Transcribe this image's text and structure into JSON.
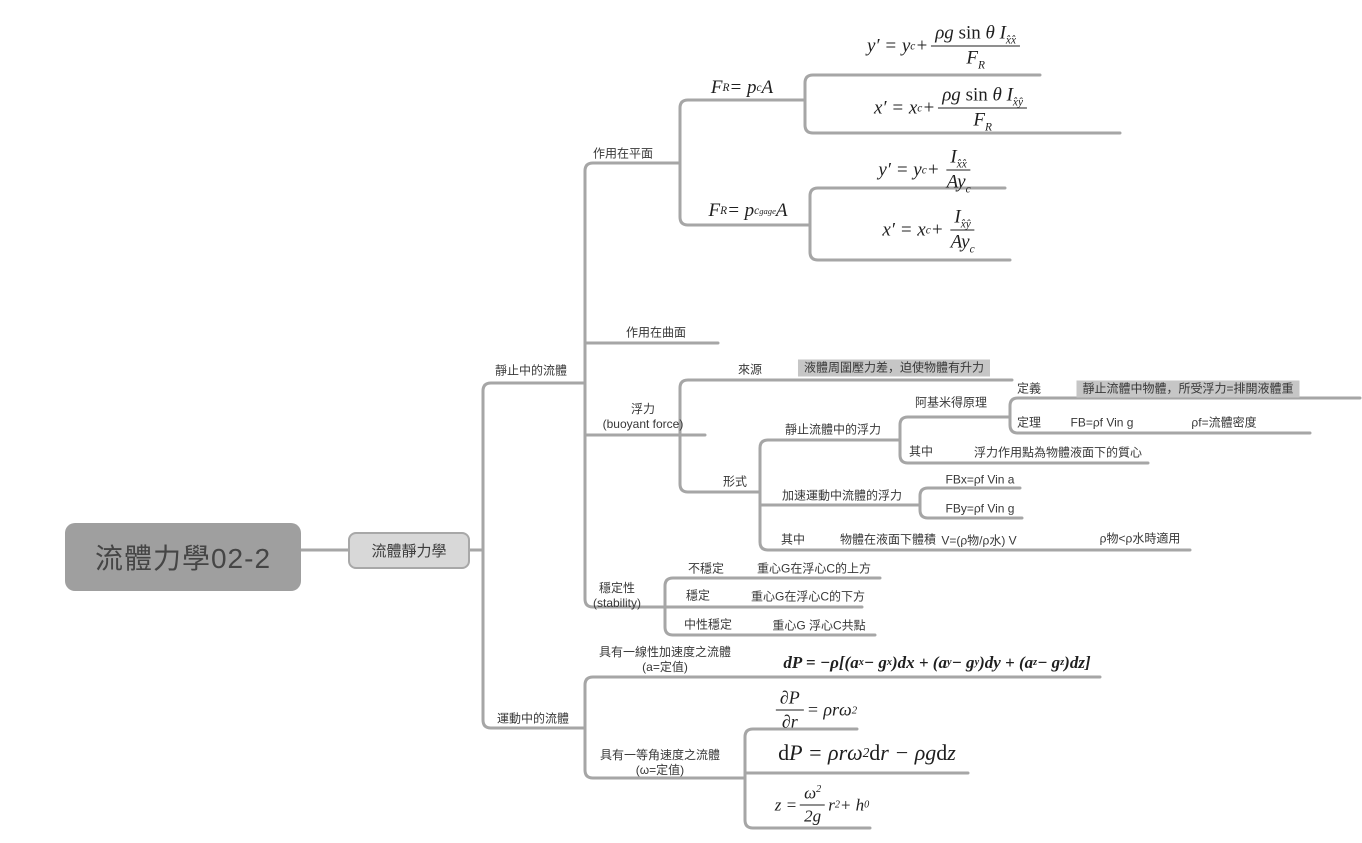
{
  "app": {
    "type": "mindmap",
    "title": "流體力學02-2"
  },
  "colors": {
    "line": "#a6a6a6",
    "root_fill": "#9f9f9f",
    "hydro_fill": "#d8d8d8",
    "highlight_bg": "#c6c6c6",
    "label_text": "#383838"
  },
  "root": {
    "label": "流體力學02-2"
  },
  "hydrostatics": {
    "label": "流體靜力學"
  },
  "nodes": {
    "static_fluid": "靜止中的流體",
    "moving_fluid": "運動中的流體",
    "on_plane": "作用在平面",
    "on_curved": "作用在曲面",
    "buoyancy_zh": "浮力",
    "buoyancy_en": "(buoyant force)",
    "stability_zh": "穩定性",
    "stability_en": "(stability)",
    "source": "來源",
    "source_text": "液體周圍壓力差，迫使物體有升力",
    "form": "形式",
    "buoy_static": "靜止流體中的浮力",
    "archimedes": "阿基米得原理",
    "definition": "定義",
    "definition_text": "靜止流體中物體，所受浮力=排開液體重",
    "theorem": "定理",
    "theorem_eq": "FB=ρf Vin g",
    "theorem_note": "ρf=流體密度",
    "among1": "其中",
    "among1_text": "浮力作用點為物體液面下的質心",
    "buoy_accel": "加速運動中流體的浮力",
    "fbx_eq": "FBx=ρf Vin a",
    "fby_eq": "FBy=ρf Vin g",
    "among2": "其中",
    "submerged_vol": "物體在液面下體積",
    "vol_eq": "V=(ρ物/ρ水) V",
    "vol_note": "ρ物<ρ水時適用",
    "unstable": "不穩定",
    "unstable_text": "重心G在浮心C的上方",
    "stable": "穩定",
    "stable_text": "重心G在浮心C的下方",
    "neutral": "中性穩定",
    "neutral_text": "重心G 浮心C共點",
    "linear_acc_zh": "具有一線性加速度之流體",
    "linear_acc_note": "(a=定值)",
    "angular_zh": "具有一等角速度之流體",
    "angular_note": "(ω=定值)"
  },
  "formulas": {
    "fr1": [
      [
        "t",
        "F"
      ],
      [
        "s",
        "R"
      ],
      [
        "t",
        " = p"
      ],
      [
        "s",
        "c"
      ],
      [
        "t",
        "A"
      ]
    ],
    "py1": [
      [
        "t",
        "y′ = y"
      ],
      [
        "s",
        "c"
      ],
      [
        "t",
        " + "
      ],
      [
        "f",
        {
          "n": [
            [
              "t",
              "ρg "
            ],
            [
              "r",
              "sin"
            ],
            [
              "t",
              " θ I"
            ],
            [
              "s",
              "x̂x̂"
            ]
          ],
          "d": [
            [
              "t",
              "F"
            ],
            [
              "s",
              "R"
            ]
          ]
        }
      ]
    ],
    "px1": [
      [
        "t",
        "x′ = x"
      ],
      [
        "s",
        "c"
      ],
      [
        "t",
        " + "
      ],
      [
        "f",
        {
          "n": [
            [
              "t",
              "ρg "
            ],
            [
              "r",
              "sin"
            ],
            [
              "t",
              " θ I"
            ],
            [
              "s",
              "x̂ŷ"
            ]
          ],
          "d": [
            [
              "t",
              "F"
            ],
            [
              "s",
              "R"
            ]
          ]
        }
      ]
    ],
    "fr2": [
      [
        "t",
        "F"
      ],
      [
        "s",
        "R"
      ],
      [
        "t",
        " = p"
      ],
      [
        "s",
        "c"
      ],
      [
        "g",
        "gage"
      ],
      [
        "t",
        "A"
      ]
    ],
    "py2": [
      [
        "t",
        "y′ = y"
      ],
      [
        "s",
        "c"
      ],
      [
        "t",
        " + "
      ],
      [
        "f",
        {
          "n": [
            [
              "t",
              "I"
            ],
            [
              "s",
              "x̂x̂"
            ]
          ],
          "d": [
            [
              "t",
              "Ay"
            ],
            [
              "s",
              "c"
            ]
          ]
        }
      ]
    ],
    "px2": [
      [
        "t",
        "x′ = x"
      ],
      [
        "s",
        "c"
      ],
      [
        "t",
        " + "
      ],
      [
        "f",
        {
          "n": [
            [
              "t",
              "I"
            ],
            [
              "s",
              "x̂ŷ"
            ]
          ],
          "d": [
            [
              "t",
              "Ay"
            ],
            [
              "s",
              "c"
            ]
          ]
        }
      ]
    ],
    "dplin": [
      [
        "t",
        "dP = −ρ[(a"
      ],
      [
        "s",
        "x"
      ],
      [
        "t",
        " − g"
      ],
      [
        "s",
        "x"
      ],
      [
        "t",
        ")dx + (a"
      ],
      [
        "s",
        "y"
      ],
      [
        "t",
        " − g"
      ],
      [
        "s",
        "y"
      ],
      [
        "t",
        ")dy + (a"
      ],
      [
        "s",
        "z"
      ],
      [
        "t",
        " − g"
      ],
      [
        "s",
        "z"
      ],
      [
        "t",
        ")dz]"
      ]
    ],
    "dpdr": [
      [
        "f",
        {
          "n": [
            [
              "t",
              "∂P"
            ]
          ],
          "d": [
            [
              "t",
              "∂r"
            ]
          ]
        }
      ],
      [
        "t",
        " = ρrω"
      ],
      [
        "p",
        "2"
      ]
    ],
    "dp2": [
      [
        "r",
        "d"
      ],
      [
        "t",
        "P = ρrω"
      ],
      [
        "p",
        "2"
      ],
      [
        "r",
        "d"
      ],
      [
        "t",
        "r − ρg"
      ],
      [
        "r",
        "d"
      ],
      [
        "t",
        "z"
      ]
    ],
    "zeq": [
      [
        "t",
        "z = "
      ],
      [
        "f",
        {
          "n": [
            [
              "t",
              "ω"
            ],
            [
              "p",
              "2"
            ]
          ],
          "d": [
            [
              "t",
              "2g"
            ]
          ]
        }
      ],
      [
        "t",
        "r"
      ],
      [
        "p",
        "2"
      ],
      [
        "t",
        " + h"
      ],
      [
        "s",
        "0"
      ]
    ]
  }
}
